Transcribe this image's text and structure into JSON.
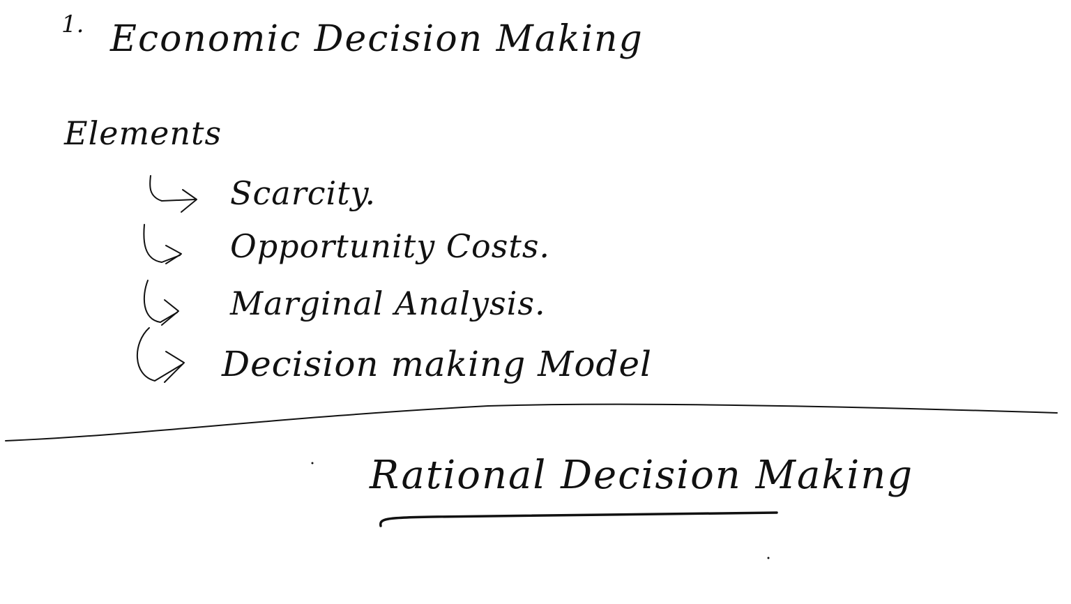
{
  "note": {
    "number": "1.",
    "title": "Economic Decision Making",
    "elements_heading": "Elements",
    "elements": [
      "Scarcity.",
      "Opportunity Costs.",
      "Marginal Analysis.",
      "Decision making Model"
    ],
    "section_title": "Rational Decision Making"
  },
  "icons": {
    "bullet": "hooked-right-arrow-icon"
  }
}
